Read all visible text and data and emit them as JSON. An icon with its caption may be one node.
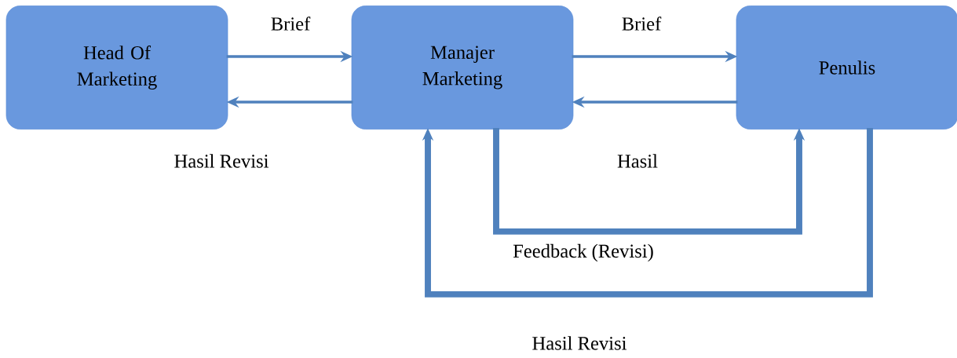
{
  "diagram": {
    "nodes": [
      {
        "text": [
          "Head Of Marketing"
        ]
      },
      {
        "text": [
          "Manajer Marketing"
        ]
      },
      {
        "text": [
          "Penulis"
        ]
      }
    ],
    "edges": [
      {
        "from": 0,
        "to": 1,
        "arrow": "to",
        "label": "Brief"
      },
      {
        "from": 1,
        "to": 0,
        "arrow": "to",
        "label": "Hasil Revisi"
      },
      {
        "from": 1,
        "to": 2,
        "arrow": "to",
        "label": "Brief"
      },
      {
        "from": 2,
        "to": 1,
        "arrow": "to",
        "label": "Hasil"
      },
      {
        "from": 1,
        "to": 2,
        "arrow": "to",
        "label": "Feedback (Revisi)",
        "style": "thick"
      },
      {
        "from": 2,
        "to": 1,
        "arrow": "to",
        "label": "Hasil Revisi",
        "style": "thick"
      }
    ]
  }
}
